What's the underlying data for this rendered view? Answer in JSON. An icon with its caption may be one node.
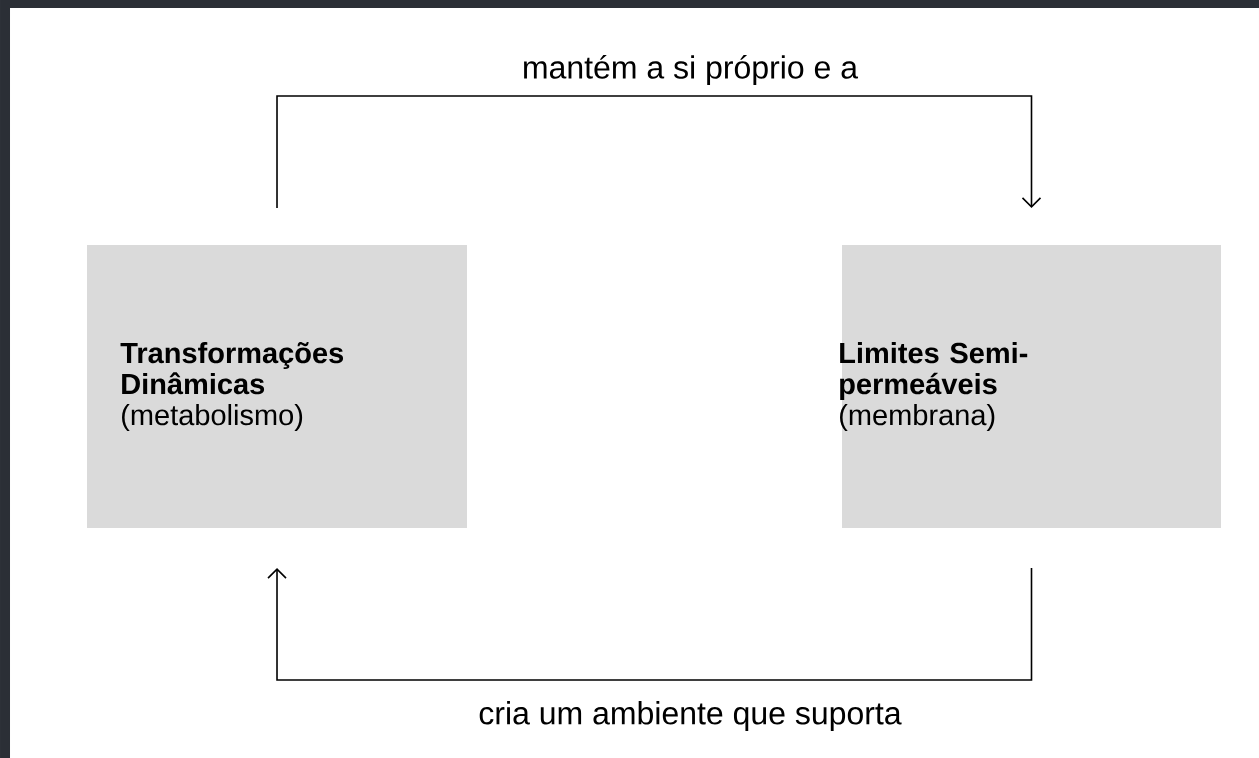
{
  "diagram": {
    "nodes": [
      {
        "text": [
          "Transformações Dinâmicas",
          "(metabolismo)"
        ]
      },
      {
        "text": [
          "Limites Semi-permeáveis",
          "(membrana)"
        ]
      }
    ],
    "edges": [
      {
        "from": 0,
        "to": 1,
        "arrow": "to",
        "label": "mantém a si próprio e a"
      },
      {
        "from": 1,
        "to": 0,
        "arrow": "to",
        "label": "cria um ambiente que suporta"
      }
    ]
  }
}
